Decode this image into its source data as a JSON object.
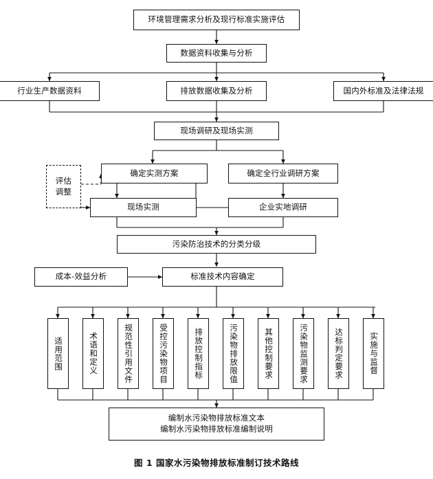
{
  "figure": {
    "caption": "图 1  国家水污染物排放标准制订技术路线"
  },
  "nodes": {
    "n1": "环境管理需求分析及现行标准实施评估",
    "n2": "数据资料收集与分析",
    "n3": "行业生产数据资料",
    "n4": "排放数据收集及分析",
    "n5": "国内外标准及法律法规",
    "n6": "现场调研及现场实测",
    "n7": "确定实测方案",
    "n8": "确定全行业调研方案",
    "n9": "评估调整",
    "n9_line1": "评估",
    "n9_line2": "调整",
    "n10": "现场实测",
    "n11": "企业实地调研",
    "n12": "污染防治技术的分类分级",
    "n13": "成本-效益分析",
    "n14": "标准技术内容确定",
    "n15_line1": "编制水污染物排放标准文本",
    "n15_line2": "编制水污染物排放标准编制说明"
  },
  "columns": [
    "适用范围",
    "术语和定义",
    "规范性引用文件",
    "受控污染物项目",
    "排放控制指标",
    "污染物排放限值",
    "其他控制要求",
    "污染物监测要求",
    "达标判定要求",
    "实施与监督"
  ],
  "style": {
    "line_color": "#111111",
    "box_border": "#111111",
    "background": "#ffffff"
  }
}
